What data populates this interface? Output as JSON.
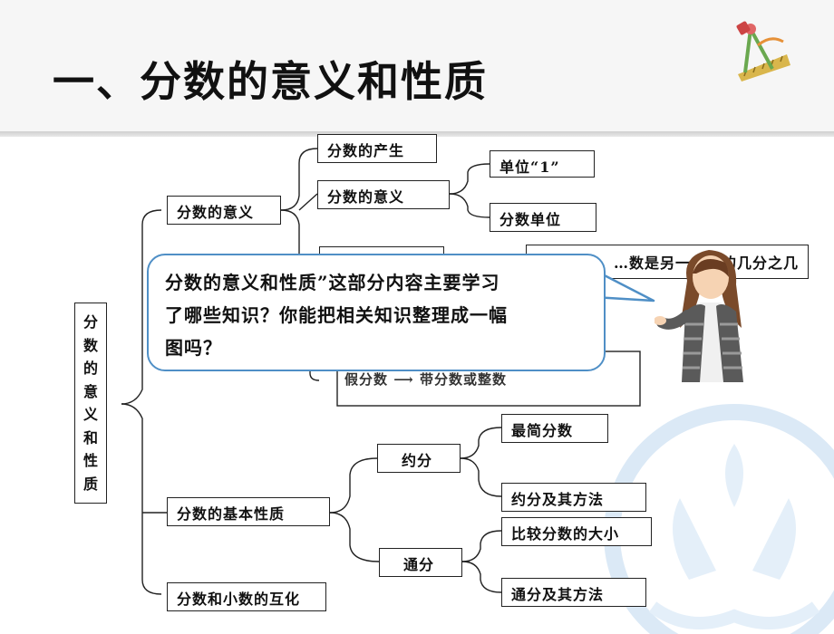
{
  "slide": {
    "title": "一、分数的意义和性质"
  },
  "root": {
    "chars": [
      "分",
      "数",
      "的",
      "意",
      "义",
      "和",
      "性",
      "质"
    ]
  },
  "branches": {
    "meaning": {
      "label": "分数的意义",
      "origin": "分数的产生",
      "meaning_sub": "分数的意义",
      "unit_one": "单位“1”",
      "fraction_unit": "分数单位",
      "partial_left": "…",
      "partial_right": "…数是另一个数的几分之几",
      "improper_row": "假分数 ⟶ 带分数或整数"
    },
    "basic_property": {
      "label": "分数的基本性质",
      "reduce": "约分",
      "simplest": "最简分数",
      "reduce_method": "约分及其方法",
      "common_denominator": "通分",
      "compare": "比较分数的大小",
      "common_method": "通分及其方法"
    },
    "decimal": {
      "label": "分数和小数的互化"
    }
  },
  "speech_bubble": {
    "line1": "分数的意义和性质”这部分内容主要学习",
    "line2": "了哪些知识？你能把相关知识整理成一幅",
    "line3": "图吗？"
  },
  "colors": {
    "bubble_border": "#4f8fc6",
    "header_bg": "#f6f6f6"
  },
  "icons": {
    "logo": "ruler-compass-logo",
    "watermark": "hands-leaf-watermark",
    "character": "teacher-illustration"
  }
}
